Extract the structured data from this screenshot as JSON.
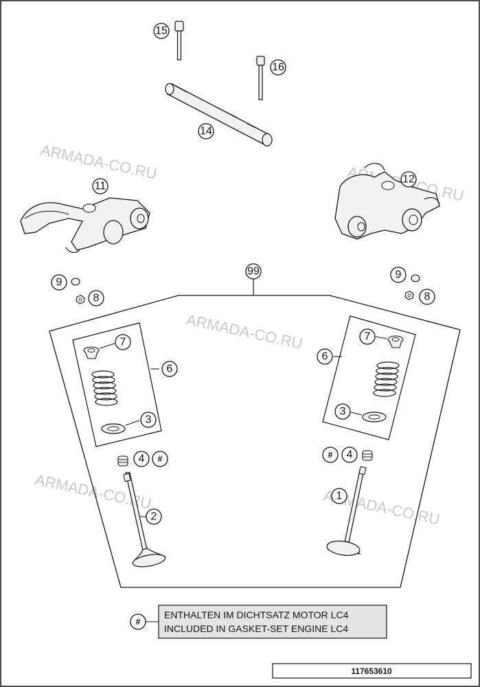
{
  "diagram": {
    "callouts": {
      "c1": "1",
      "c2": "2",
      "c3a": "3",
      "c3b": "3",
      "c4a": "4",
      "c4b": "4",
      "c6a": "6",
      "c6b": "6",
      "c7a": "7",
      "c7b": "7",
      "c8a": "8",
      "c8b": "8",
      "c9a": "9",
      "c9b": "9",
      "c11": "11",
      "c12": "12",
      "c14": "14",
      "c15": "15",
      "c16": "16",
      "c99": "99",
      "hashA": "#",
      "hashB": "#",
      "hashLegend": "#"
    },
    "legend": {
      "line1": "ENTHALTEN IM DICHTSATZ MOTOR LC4",
      "line2": "INCLUDED IN GASKET-SET ENGINE LC4"
    },
    "part_number": "117653610",
    "watermarks": [
      "ARMADA-CO.RU",
      "ARMADA-CO.RU",
      "ARMADA-CO.RU",
      "ARMADA-CO.RU",
      "ARMADA-CO.RU"
    ]
  },
  "colors": {
    "line": "#111111",
    "watermark": "#c9c9c9",
    "legend_bg": "#e4e4e4",
    "part_fill": "#f2f2f2"
  }
}
